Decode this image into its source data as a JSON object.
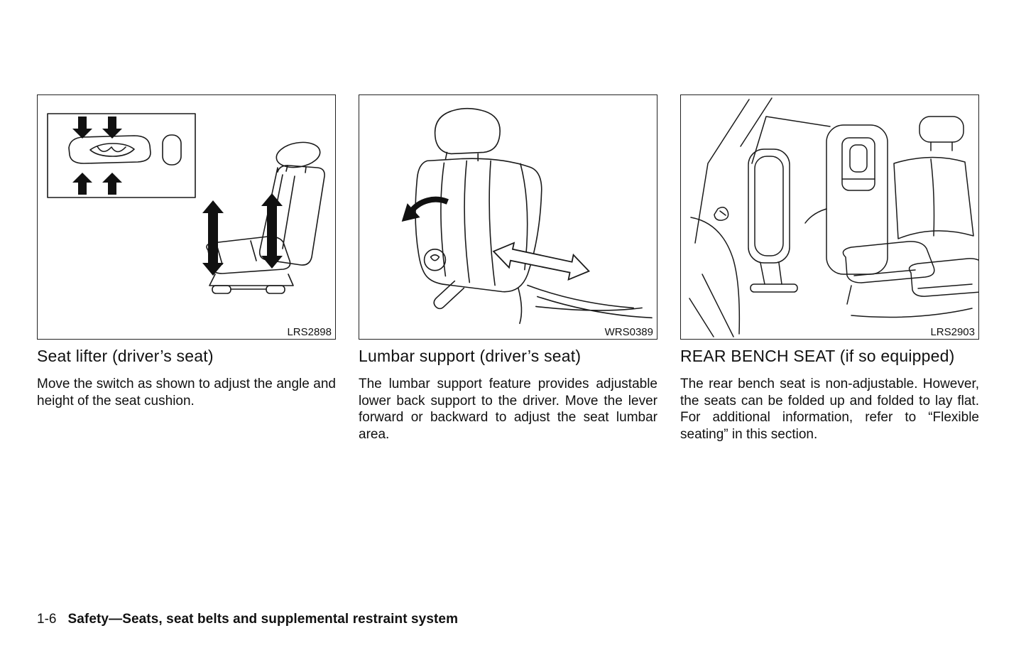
{
  "figures": [
    {
      "code": "LRS2898",
      "heading": "Seat lifter (driver’s seat)",
      "body": "Move the switch as shown to adjust the angle and height of the seat cushion."
    },
    {
      "code": "WRS0389",
      "heading": "Lumbar support (driver’s seat)",
      "body": "The lumbar support feature provides adjustable lower back support to the driver. Move the lever forward or backward to adjust the seat lumbar area."
    },
    {
      "code": "LRS2903",
      "heading": "REAR BENCH SEAT (if so equipped)",
      "body": "The rear bench seat is non-adjustable. However, the seats can be folded up and folded to lay flat. For additional information, refer to “Flexible seating” in this section."
    }
  ],
  "footer": {
    "page_number": "1-6",
    "section_title": "Safety—Seats, seat belts and supplemental restraint system"
  }
}
